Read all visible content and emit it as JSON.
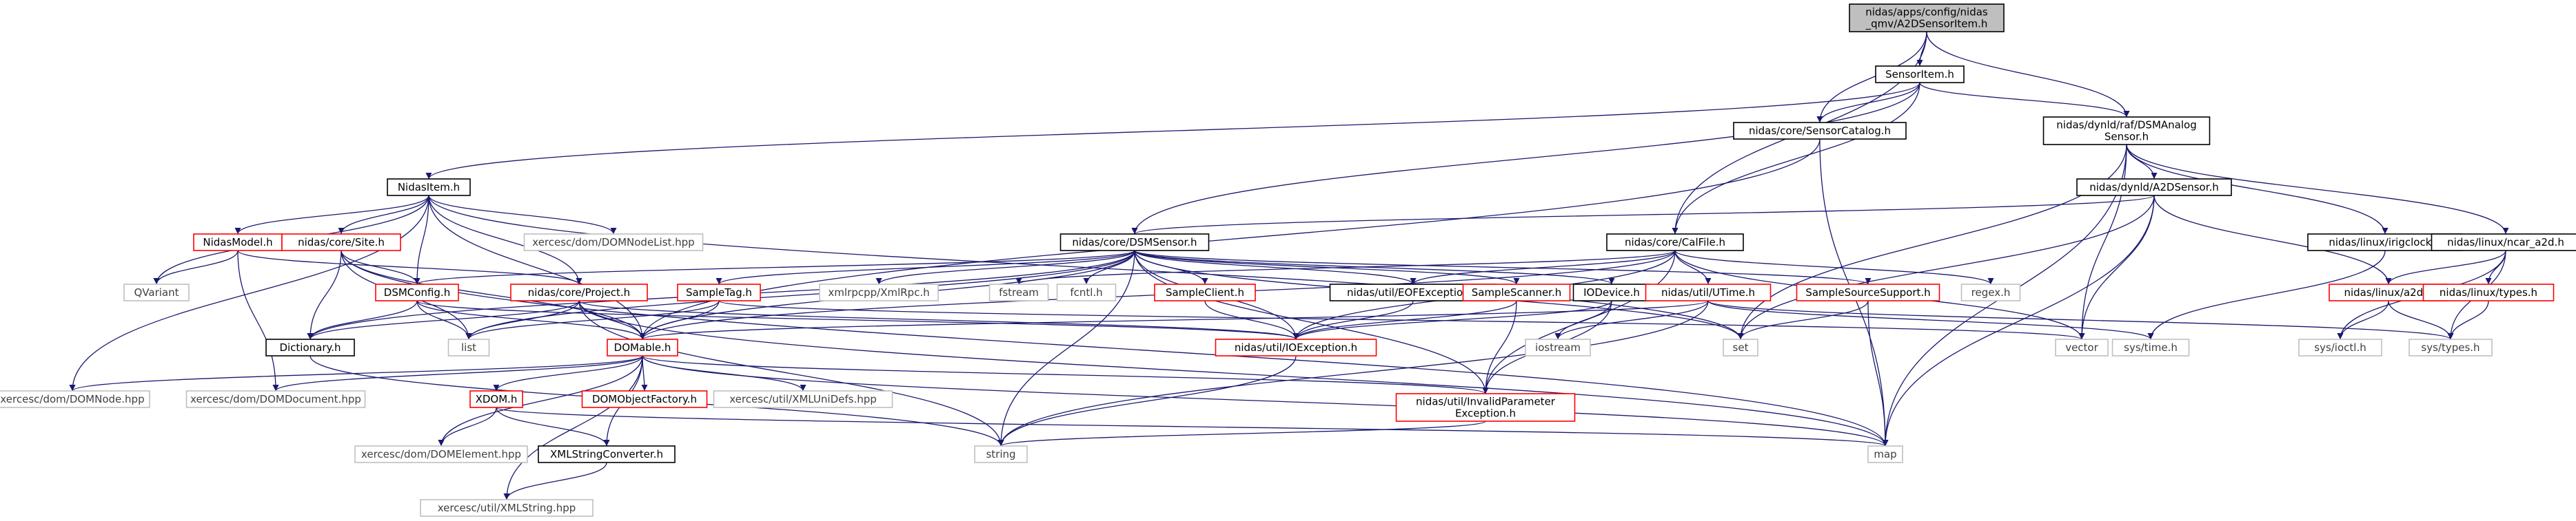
{
  "diagram": {
    "nodes": [
      {
        "id": "root",
        "lines": [
          "nidas/apps/config/nidas",
          "_qmv/A2DSensorItem.h"
        ],
        "kind": "root"
      },
      {
        "id": "sensoritem",
        "lines": [
          "SensorItem.h"
        ],
        "kind": "doc"
      },
      {
        "id": "sensorcatalog",
        "lines": [
          "nidas/core/SensorCatalog.h"
        ],
        "kind": "doc"
      },
      {
        "id": "dsmanalog",
        "lines": [
          "nidas/dynld/raf/DSMAnalog",
          "Sensor.h"
        ],
        "kind": "doc"
      },
      {
        "id": "nidasitem",
        "lines": [
          "NidasItem.h"
        ],
        "kind": "doc"
      },
      {
        "id": "a2dsensor",
        "lines": [
          "nidas/dynld/A2DSensor.h"
        ],
        "kind": "doc"
      },
      {
        "id": "dsmsensor",
        "lines": [
          "nidas/core/DSMSensor.h"
        ],
        "kind": "doc"
      },
      {
        "id": "calfile",
        "lines": [
          "nidas/core/CalFile.h"
        ],
        "kind": "doc"
      },
      {
        "id": "irigclock",
        "lines": [
          "nidas/linux/irigclock.h"
        ],
        "kind": "doc"
      },
      {
        "id": "ncar_a2d",
        "lines": [
          "nidas/linux/ncar_a2d.h"
        ],
        "kind": "doc"
      },
      {
        "id": "nidasmodel",
        "lines": [
          "NidasModel.h"
        ],
        "kind": "red"
      },
      {
        "id": "site",
        "lines": [
          "nidas/core/Site.h"
        ],
        "kind": "red"
      },
      {
        "id": "domnodelist",
        "lines": [
          "xercesc/dom/DOMNodeList.hpp"
        ],
        "kind": "sys"
      },
      {
        "id": "qvariant",
        "lines": [
          "QVariant"
        ],
        "kind": "sys"
      },
      {
        "id": "dsmconfig",
        "lines": [
          "DSMConfig.h"
        ],
        "kind": "red"
      },
      {
        "id": "project",
        "lines": [
          "nidas/core/Project.h"
        ],
        "kind": "red"
      },
      {
        "id": "sampletag",
        "lines": [
          "SampleTag.h"
        ],
        "kind": "red"
      },
      {
        "id": "xmlrpc",
        "lines": [
          "xmlrpcpp/XmlRpc.h"
        ],
        "kind": "sys"
      },
      {
        "id": "fstream",
        "lines": [
          "fstream"
        ],
        "kind": "sys"
      },
      {
        "id": "fcntl",
        "lines": [
          "fcntl.h"
        ],
        "kind": "sys"
      },
      {
        "id": "sampleclient",
        "lines": [
          "SampleClient.h"
        ],
        "kind": "red"
      },
      {
        "id": "eofexception",
        "lines": [
          "nidas/util/EOFException.h"
        ],
        "kind": "doc"
      },
      {
        "id": "samplescanner",
        "lines": [
          "SampleScanner.h"
        ],
        "kind": "red"
      },
      {
        "id": "iodevice",
        "lines": [
          "IODevice.h"
        ],
        "kind": "doc"
      },
      {
        "id": "utime",
        "lines": [
          "nidas/util/UTime.h"
        ],
        "kind": "red"
      },
      {
        "id": "samplesource",
        "lines": [
          "SampleSourceSupport.h"
        ],
        "kind": "red"
      },
      {
        "id": "regex",
        "lines": [
          "regex.h"
        ],
        "kind": "sys"
      },
      {
        "id": "a2d",
        "lines": [
          "nidas/linux/a2d.h"
        ],
        "kind": "red"
      },
      {
        "id": "types",
        "lines": [
          "nidas/linux/types.h"
        ],
        "kind": "red"
      },
      {
        "id": "dictionary",
        "lines": [
          "Dictionary.h"
        ],
        "kind": "doc"
      },
      {
        "id": "list",
        "lines": [
          "list"
        ],
        "kind": "sys"
      },
      {
        "id": "domable",
        "lines": [
          "DOMable.h"
        ],
        "kind": "red"
      },
      {
        "id": "ioexception",
        "lines": [
          "nidas/util/IOException.h"
        ],
        "kind": "red"
      },
      {
        "id": "iostream",
        "lines": [
          "iostream"
        ],
        "kind": "sys"
      },
      {
        "id": "set",
        "lines": [
          "set"
        ],
        "kind": "sys"
      },
      {
        "id": "vector",
        "lines": [
          "vector"
        ],
        "kind": "sys"
      },
      {
        "id": "systime",
        "lines": [
          "sys/time.h"
        ],
        "kind": "sys"
      },
      {
        "id": "sysioctl",
        "lines": [
          "sys/ioctl.h"
        ],
        "kind": "sys"
      },
      {
        "id": "systypes",
        "lines": [
          "sys/types.h"
        ],
        "kind": "sys"
      },
      {
        "id": "domnode",
        "lines": [
          "xercesc/dom/DOMNode.hpp"
        ],
        "kind": "sys"
      },
      {
        "id": "domdocument",
        "lines": [
          "xercesc/dom/DOMDocument.hpp"
        ],
        "kind": "sys"
      },
      {
        "id": "xdom",
        "lines": [
          "XDOM.h"
        ],
        "kind": "red"
      },
      {
        "id": "domobjectfactory",
        "lines": [
          "DOMObjectFactory.h"
        ],
        "kind": "red"
      },
      {
        "id": "xmlunidefs",
        "lines": [
          "xercesc/util/XMLUniDefs.hpp"
        ],
        "kind": "sys"
      },
      {
        "id": "invalidparam",
        "lines": [
          "nidas/util/InvalidParameter",
          "Exception.h"
        ],
        "kind": "red"
      },
      {
        "id": "domelement",
        "lines": [
          "xercesc/dom/DOMElement.hpp"
        ],
        "kind": "sys"
      },
      {
        "id": "xmlstringconverter",
        "lines": [
          "XMLStringConverter.h"
        ],
        "kind": "doc"
      },
      {
        "id": "string",
        "lines": [
          "string"
        ],
        "kind": "sys"
      },
      {
        "id": "map",
        "lines": [
          "map"
        ],
        "kind": "sys"
      },
      {
        "id": "xmlstring",
        "lines": [
          "xercesc/util/XMLString.hpp"
        ],
        "kind": "sys"
      }
    ],
    "edges": [
      [
        "root",
        "sensoritem"
      ],
      [
        "root",
        "sensorcatalog"
      ],
      [
        "root",
        "dsmanalog"
      ],
      [
        "root",
        "calfile"
      ],
      [
        "sensoritem",
        "nidasitem"
      ],
      [
        "sensoritem",
        "sensorcatalog"
      ],
      [
        "sensoritem",
        "dsmanalog"
      ],
      [
        "sensoritem",
        "dsmsensor"
      ],
      [
        "sensoritem",
        "calfile"
      ],
      [
        "sensorcatalog",
        "domable"
      ],
      [
        "sensorcatalog",
        "map"
      ],
      [
        "dsmanalog",
        "a2dsensor"
      ],
      [
        "dsmanalog",
        "irigclock"
      ],
      [
        "dsmanalog",
        "ncar_a2d"
      ],
      [
        "dsmanalog",
        "vector"
      ],
      [
        "dsmanalog",
        "set"
      ],
      [
        "dsmanalog",
        "map"
      ],
      [
        "nidasitem",
        "nidasmodel"
      ],
      [
        "nidasitem",
        "site"
      ],
      [
        "nidasitem",
        "domnodelist"
      ],
      [
        "nidasitem",
        "qvariant"
      ],
      [
        "nidasitem",
        "dsmconfig"
      ],
      [
        "nidasitem",
        "project"
      ],
      [
        "nidasitem",
        "domable"
      ],
      [
        "nidasitem",
        "domnode"
      ],
      [
        "nidasitem",
        "set"
      ],
      [
        "a2dsensor",
        "dsmsensor"
      ],
      [
        "a2dsensor",
        "a2d"
      ],
      [
        "a2dsensor",
        "vector"
      ],
      [
        "a2dsensor",
        "set"
      ],
      [
        "a2dsensor",
        "map"
      ],
      [
        "dsmsensor",
        "dsmconfig"
      ],
      [
        "dsmsensor",
        "dictionary"
      ],
      [
        "dsmsensor",
        "list"
      ],
      [
        "dsmsensor",
        "domable"
      ],
      [
        "dsmsensor",
        "sampletag"
      ],
      [
        "dsmsensor",
        "xmlrpc"
      ],
      [
        "dsmsensor",
        "fcntl"
      ],
      [
        "dsmsensor",
        "sampleclient"
      ],
      [
        "dsmsensor",
        "eofexception"
      ],
      [
        "dsmsensor",
        "samplescanner"
      ],
      [
        "dsmsensor",
        "iodevice"
      ],
      [
        "dsmsensor",
        "samplesource"
      ],
      [
        "dsmsensor",
        "ioexception"
      ],
      [
        "dsmsensor",
        "invalidparam"
      ],
      [
        "dsmsensor",
        "string"
      ],
      [
        "dsmsensor",
        "set"
      ],
      [
        "calfile",
        "fstream"
      ],
      [
        "calfile",
        "utime"
      ],
      [
        "calfile",
        "regex"
      ],
      [
        "calfile",
        "ioexception"
      ],
      [
        "calfile",
        "eofexception"
      ],
      [
        "calfile",
        "invalidparam"
      ],
      [
        "calfile",
        "vector"
      ],
      [
        "calfile",
        "domable"
      ],
      [
        "irigclock",
        "systime"
      ],
      [
        "ncar_a2d",
        "a2d"
      ],
      [
        "ncar_a2d",
        "types"
      ],
      [
        "ncar_a2d",
        "sysioctl"
      ],
      [
        "ncar_a2d",
        "systypes"
      ],
      [
        "nidasmodel",
        "qvariant"
      ],
      [
        "nidasmodel",
        "domdocument"
      ],
      [
        "nidasmodel",
        "project"
      ],
      [
        "site",
        "dsmconfig"
      ],
      [
        "site",
        "dictionary"
      ],
      [
        "site",
        "list"
      ],
      [
        "site",
        "domable"
      ],
      [
        "site",
        "map"
      ],
      [
        "dsmconfig",
        "dictionary"
      ],
      [
        "dsmconfig",
        "list"
      ],
      [
        "dsmconfig",
        "domable"
      ],
      [
        "dsmconfig",
        "ioexception"
      ],
      [
        "project",
        "dictionary"
      ],
      [
        "project",
        "list"
      ],
      [
        "project",
        "domable"
      ],
      [
        "project",
        "ioexception"
      ],
      [
        "project",
        "map"
      ],
      [
        "project",
        "string"
      ],
      [
        "sampletag",
        "list"
      ],
      [
        "sampletag",
        "domable"
      ],
      [
        "sampletag",
        "vector"
      ],
      [
        "sampleclient",
        "ioexception"
      ],
      [
        "eofexception",
        "ioexception"
      ],
      [
        "samplescanner",
        "ioexception"
      ],
      [
        "samplescanner",
        "invalidparam"
      ],
      [
        "iodevice",
        "ioexception"
      ],
      [
        "iodevice",
        "invalidparam"
      ],
      [
        "iodevice",
        "iostream"
      ],
      [
        "utime",
        "string"
      ],
      [
        "utime",
        "systime"
      ],
      [
        "utime",
        "iostream"
      ],
      [
        "utime",
        "systypes"
      ],
      [
        "utime",
        "domable"
      ],
      [
        "samplesource",
        "set"
      ],
      [
        "samplesource",
        "map"
      ],
      [
        "a2d",
        "sysioctl"
      ],
      [
        "a2d",
        "systypes"
      ],
      [
        "types",
        "systypes"
      ],
      [
        "dictionary",
        "string"
      ],
      [
        "domable",
        "domnode"
      ],
      [
        "domable",
        "domdocument"
      ],
      [
        "domable",
        "xdom"
      ],
      [
        "domable",
        "domobjectfactory"
      ],
      [
        "domable",
        "xmlunidefs"
      ],
      [
        "domable",
        "invalidparam"
      ],
      [
        "domable",
        "domelement"
      ],
      [
        "domable",
        "xmlstringconverter"
      ],
      [
        "domable",
        "xmlstring"
      ],
      [
        "domable",
        "map"
      ],
      [
        "ioexception",
        "string"
      ],
      [
        "invalidparam",
        "string"
      ],
      [
        "xdom",
        "domelement"
      ],
      [
        "xdom",
        "xmlstringconverter"
      ],
      [
        "xdom",
        "map"
      ],
      [
        "xmlstringconverter",
        "xmlstring"
      ]
    ],
    "colors": {
      "edge": "#191970",
      "doc_border": "#000000",
      "red_border": "#ff0000",
      "sys_border": "#bfbfbf",
      "sys_text": "#3f3f3f",
      "root_fill": "#bfbfbf",
      "fill": "#ffffff"
    }
  }
}
